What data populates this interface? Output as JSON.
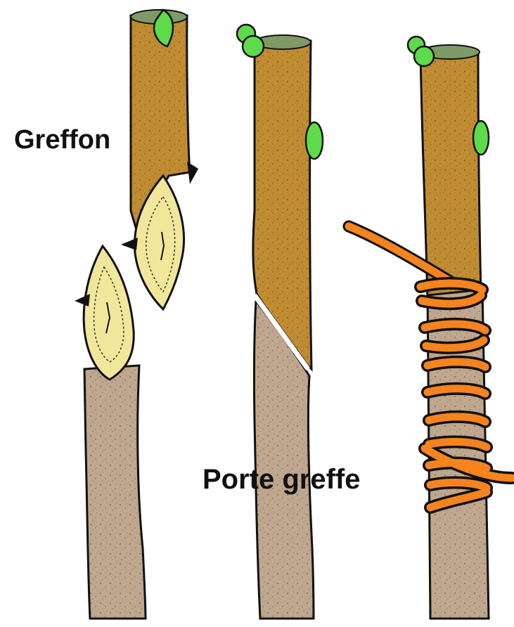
{
  "labels": {
    "scion": "Greffon",
    "rootstock": "Porte greffe"
  },
  "colors": {
    "scion_bark": "#C08C32",
    "rootstock_bark": "#BEA78E",
    "cut_face": "#F1E79A",
    "bud": "#5EDB4B",
    "top_cut": "#7E9A66",
    "tie": "#F5841F",
    "outline": "#111111"
  },
  "panels": [
    {
      "stage": "cut"
    },
    {
      "stage": "joined"
    },
    {
      "stage": "tied"
    }
  ]
}
